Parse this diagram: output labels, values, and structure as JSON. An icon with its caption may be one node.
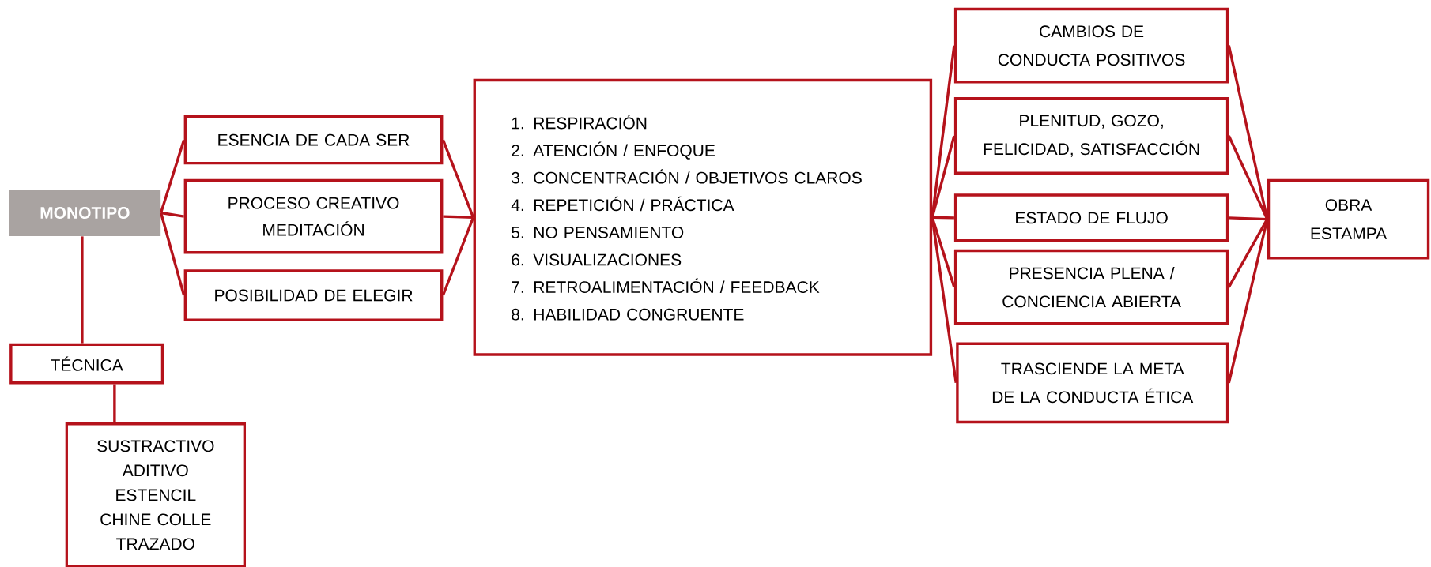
{
  "diagram": {
    "nodes": [
      {
        "text": [
          "MONOTIPO"
        ]
      },
      {
        "text": [
          "ESENCIA DE CADA SER"
        ]
      },
      {
        "text": [
          "PROCESO CREATIVO MEDITACIÓN"
        ]
      },
      {
        "text": [
          "POSIBILIDAD DE ELEGIR"
        ]
      },
      {
        "text": [
          "1. RESPIRACIÓN",
          "2. ATENCIÓN / ENFOQUE",
          "3. CONCENTRACIÓN / OBJETIVOS CLAROS",
          "4. REPETICIÓN / PRÁCTICA",
          "5. NO PENSAMIENTO",
          "6. VISUALIZACIONES",
          "7. RETROALIMENTACIÓN / FEEDBACK",
          "8. HABILIDAD CONGRUENTE"
        ]
      },
      {
        "text": [
          "CAMBIOS DE CONDUCTA POSITIVOS"
        ]
      },
      {
        "text": [
          "PLENITUD, GOZO, FELICIDAD, SATISFACCIÓN"
        ]
      },
      {
        "text": [
          "ESTADO DE FLUJO"
        ]
      },
      {
        "text": [
          "PRESENCIA PLENA / CONCIENCIA ABIERTA"
        ]
      },
      {
        "text": [
          "TRASCIENDE LA META DE LA CONDUCTA ÉTICA"
        ]
      },
      {
        "text": [
          "OBRA ESTAMPA"
        ]
      },
      {
        "text": [
          "TÉCNICA"
        ]
      },
      {
        "text": [
          "SUSTRACTIVO",
          "ADITIVO",
          "ESTENCIL",
          "CHINE COLLE",
          "TRAZADO"
        ]
      }
    ],
    "edges": [
      {
        "from": 0,
        "to": 1,
        "arrow": "none"
      },
      {
        "from": 0,
        "to": 2,
        "arrow": "none"
      },
      {
        "from": 0,
        "to": 3,
        "arrow": "none"
      },
      {
        "from": 1,
        "to": 4,
        "arrow": "none"
      },
      {
        "from": 2,
        "to": 4,
        "arrow": "none"
      },
      {
        "from": 3,
        "to": 4,
        "arrow": "none"
      },
      {
        "from": 4,
        "to": 5,
        "arrow": "none"
      },
      {
        "from": 4,
        "to": 6,
        "arrow": "none"
      },
      {
        "from": 4,
        "to": 7,
        "arrow": "none"
      },
      {
        "from": 4,
        "to": 8,
        "arrow": "none"
      },
      {
        "from": 4,
        "to": 9,
        "arrow": "none"
      },
      {
        "from": 5,
        "to": 10,
        "arrow": "none"
      },
      {
        "from": 6,
        "to": 10,
        "arrow": "none"
      },
      {
        "from": 7,
        "to": 10,
        "arrow": "none"
      },
      {
        "from": 8,
        "to": 10,
        "arrow": "none"
      },
      {
        "from": 9,
        "to": 10,
        "arrow": "none"
      },
      {
        "from": 0,
        "to": 11,
        "arrow": "none"
      },
      {
        "from": 11,
        "to": 12,
        "arrow": "none"
      }
    ]
  }
}
